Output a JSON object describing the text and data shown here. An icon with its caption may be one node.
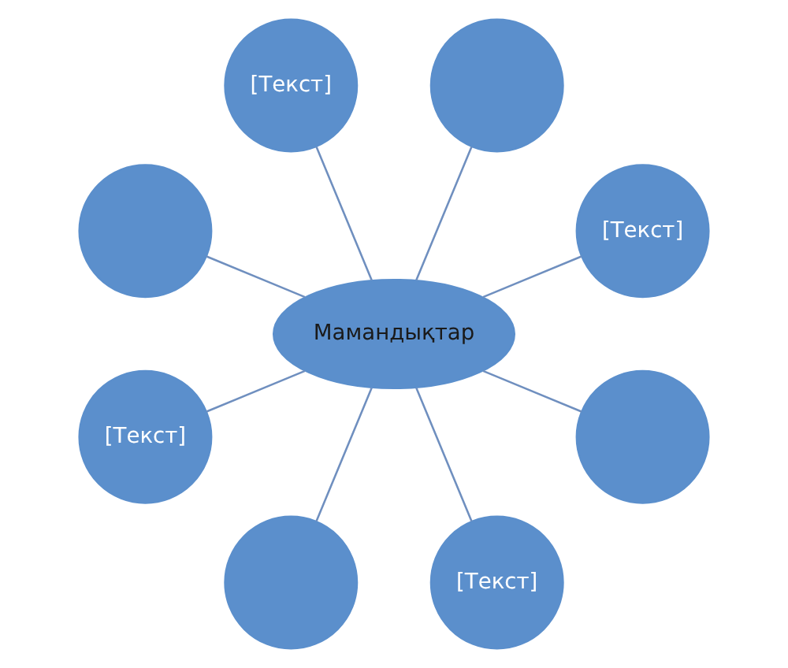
{
  "diagram": {
    "nodes": [
      {
        "text": [
          "[Текст]"
        ]
      },
      {
        "text": [],
        "shape": "circle"
      },
      {
        "text": [
          "[Текст]"
        ]
      },
      {
        "text": [],
        "shape": "circle"
      },
      {
        "text": [
          "Мамандықтар"
        ]
      },
      {
        "text": [
          "[Текст]"
        ]
      },
      {
        "text": [],
        "shape": "circle"
      },
      {
        "text": [
          "[Текст]"
        ]
      },
      {
        "text": [],
        "shape": "circle"
      }
    ],
    "edges": [
      {
        "from": 4,
        "to": 0,
        "arrow": "none"
      },
      {
        "from": 4,
        "to": 2,
        "arrow": "none"
      },
      {
        "from": 4,
        "to": 5,
        "arrow": "none"
      },
      {
        "from": 4,
        "to": 7,
        "arrow": "none"
      },
      {
        "from": 4,
        "to": 8,
        "arrow": "none"
      },
      {
        "from": 4,
        "to": 6,
        "arrow": "none"
      },
      {
        "from": 4,
        "to": 3,
        "arrow": "none"
      },
      {
        "from": 4,
        "to": 1,
        "arrow": "none"
      }
    ]
  }
}
